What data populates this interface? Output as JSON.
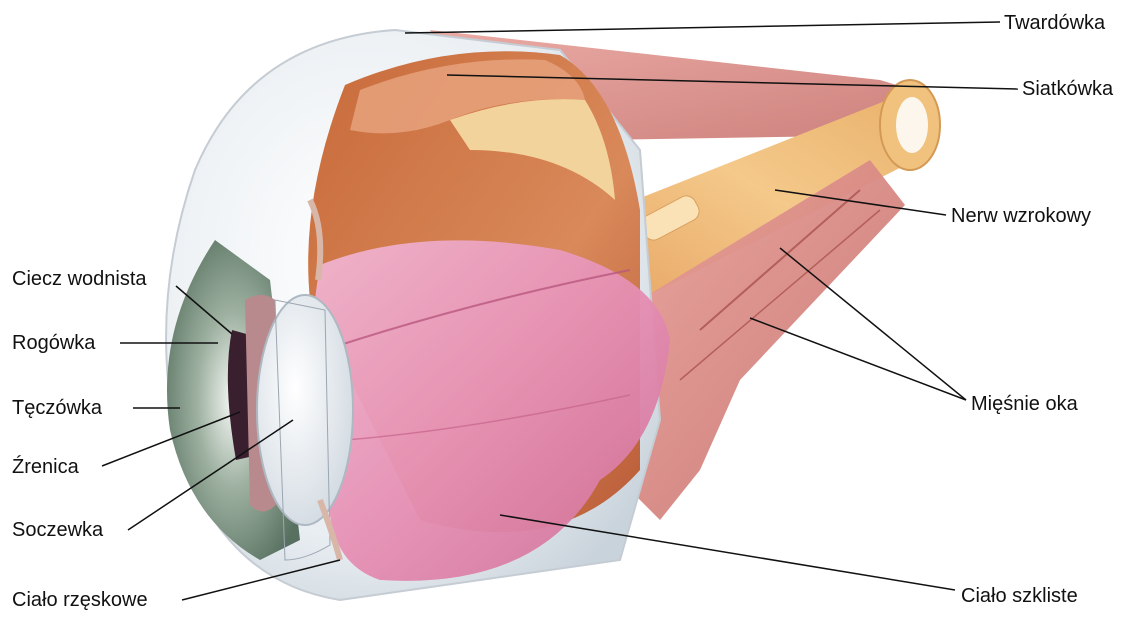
{
  "labels": {
    "sclera": "Twardówka",
    "retina": "Siatkówka",
    "optic_nerve": "Nerw wzrokowy",
    "eye_muscles": "Mięśnie oka",
    "vitreous_body": "Ciało szkliste",
    "aqueous_humor": "Ciecz wodnista",
    "cornea": "Rogówka",
    "iris": "Tęczówka",
    "pupil": "Źrenica",
    "lens": "Soczewka",
    "ciliary_body": "Ciało rzęskowe"
  }
}
